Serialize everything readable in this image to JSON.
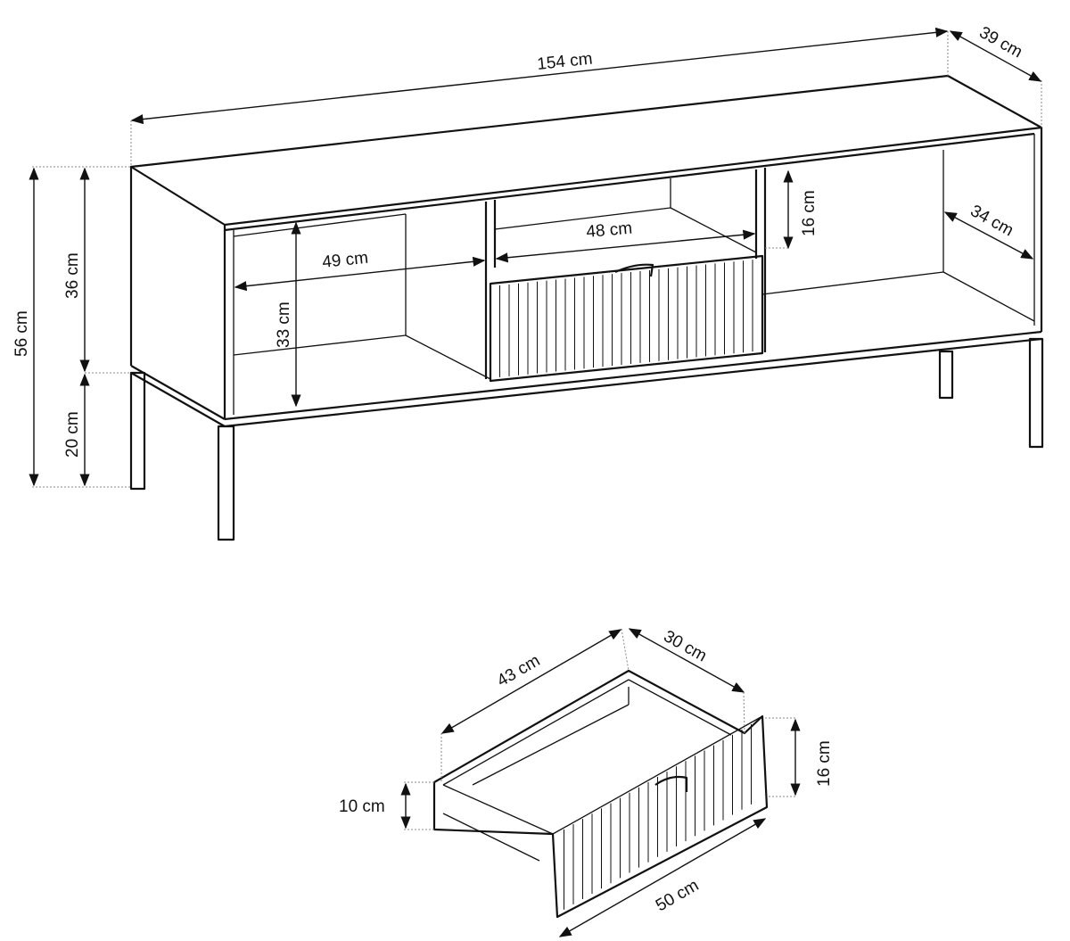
{
  "cabinet": {
    "width": "154 cm",
    "depth": "39 cm",
    "total_height": "56 cm",
    "body_height": "36 cm",
    "leg_height": "20 cm",
    "compartment_height": "33 cm",
    "compartment_width": "49 cm",
    "middle_width": "48 cm",
    "middle_height": "16 cm",
    "inner_depth": "34 cm"
  },
  "drawer": {
    "length": "43 cm",
    "depth": "30 cm",
    "height_front": "16 cm",
    "height_side": "10 cm",
    "width": "50 cm"
  }
}
